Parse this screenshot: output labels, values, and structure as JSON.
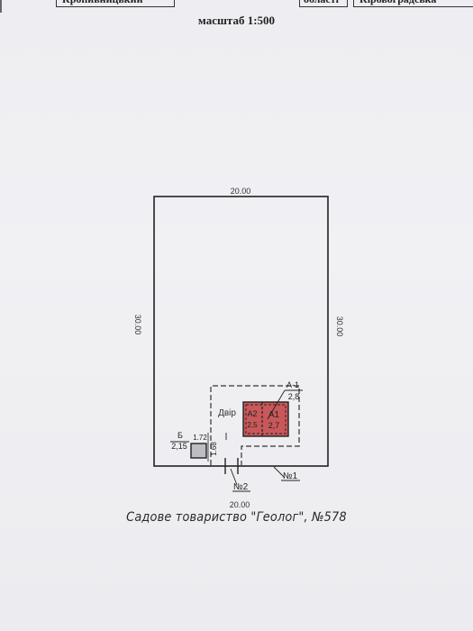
{
  "header": {
    "cell_left": "Кропивницький",
    "cell_mid": "області",
    "cell_right": "Кіровоградська"
  },
  "scale_label": "масштаб 1:500",
  "plot": {
    "top_dim": "20.00",
    "bottom_dim": "20.00",
    "left_dim": "30.00",
    "right_dim": "30.00"
  },
  "building": {
    "tag": "А-1",
    "height": "2,8",
    "part_a2": "А2",
    "part_a2_val": "2,5",
    "part_a1": "А1",
    "part_a1_val": "2,7"
  },
  "yard_label": "Двір",
  "shed": {
    "tag": "Б",
    "height": "2,15",
    "dim_side": "1.72",
    "dim_bottom": "1.68"
  },
  "markers": {
    "n1": "№1",
    "n2": "№2"
  },
  "caption": "Садове товариство \"Геолог\", №578",
  "colors": {
    "building_fill": "#c8585a",
    "line": "#222222"
  }
}
